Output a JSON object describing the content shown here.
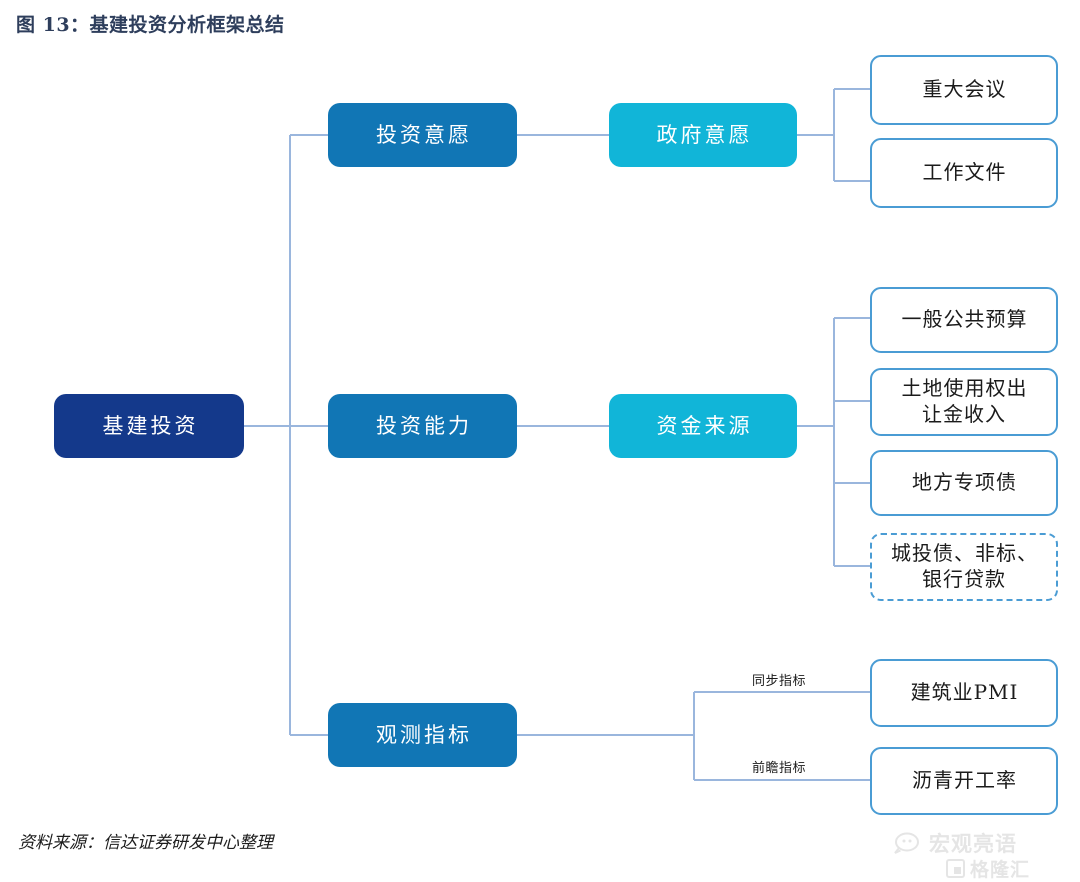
{
  "title": "图 13：基建投资分析框架总结",
  "source_note": "资料来源：信达证券研发中心整理",
  "colors": {
    "root": "#14398b",
    "level2": "#1176b5",
    "level3": "#11b5d8",
    "leaf_border": "#4a9cd4",
    "connector": "#9ab6dd",
    "title": "#2e3e5c"
  },
  "nodes": {
    "root": {
      "label": "基建投资"
    },
    "level2": [
      {
        "label": "投资意愿"
      },
      {
        "label": "投资能力"
      },
      {
        "label": "观测指标"
      }
    ],
    "level3": [
      {
        "label": "政府意愿"
      },
      {
        "label": "资金来源"
      }
    ],
    "leaves": {
      "government_will": [
        {
          "label": "重大会议",
          "dashed": false
        },
        {
          "label": "工作文件",
          "dashed": false
        }
      ],
      "funding_sources": [
        {
          "label": "一般公共预算",
          "dashed": false
        },
        {
          "label": "土地使用权出\n让金收入",
          "dashed": false
        },
        {
          "label": "地方专项债",
          "dashed": false
        },
        {
          "label": "城投债、非标、\n银行贷款",
          "dashed": true
        }
      ],
      "indicators": [
        {
          "label": "建筑业PMI",
          "dashed": false
        },
        {
          "label": "沥青开工率",
          "dashed": false
        }
      ]
    }
  },
  "edge_labels": {
    "coincident": "同步指标",
    "leading": "前瞻指标"
  },
  "watermarks": {
    "account": "宏观亮语",
    "platform": "格隆汇"
  }
}
